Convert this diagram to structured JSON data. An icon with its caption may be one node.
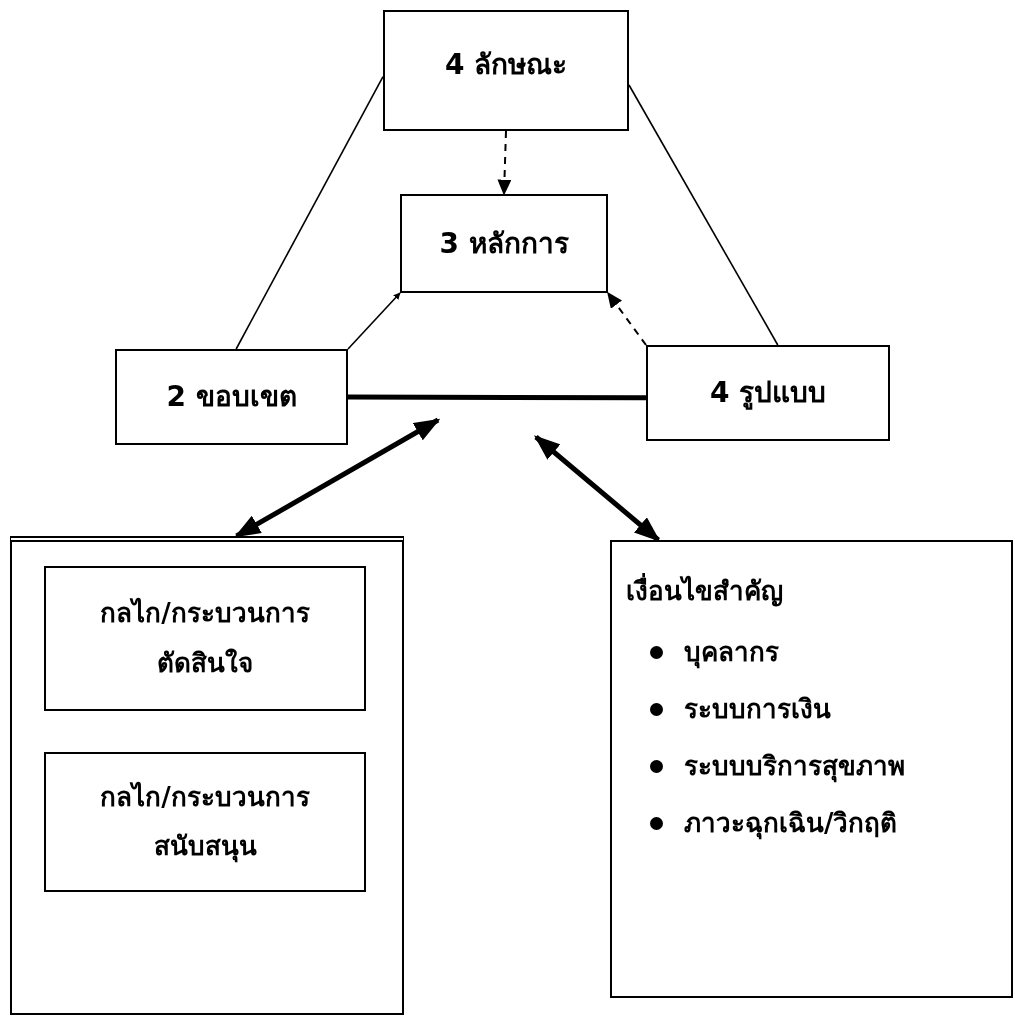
{
  "diagram": {
    "nodes": [
      {
        "text": [
          "4 ลักษณะ"
        ]
      },
      {
        "text": [
          "3 หลักการ"
        ]
      },
      {
        "text": [
          "2 ขอบเขต"
        ]
      },
      {
        "text": [
          "4 รูปแบบ"
        ]
      },
      {
        "text": [],
        "shape": "box"
      },
      {
        "text": [
          "กลไก/กระบวนการ ตัดสินใจ"
        ],
        "in": 4
      },
      {
        "text": [
          "กลไก/กระบวนการ สนับสนุน"
        ],
        "in": 4
      },
      {
        "text": [
          "เงื่อนไขสำคัญ",
          "บุคลากร",
          "ระบบการเงิน",
          "ระบบบริการสุขภาพ",
          "ภาวะฉุกเฉิน/วิกฤติ"
        ]
      }
    ],
    "edges": [
      {
        "from": 0,
        "to": 1,
        "arrow": "to",
        "style": "dashed"
      },
      {
        "from": 2,
        "to": 1,
        "arrow": "to"
      },
      {
        "from": 3,
        "to": 1,
        "arrow": "to",
        "style": "dashed"
      },
      {
        "from": 2,
        "to": 3,
        "arrow": "none",
        "style": "thick"
      },
      {
        "from": 0,
        "to": 2,
        "arrow": "none"
      },
      {
        "from": 0,
        "to": 3,
        "arrow": "none"
      },
      {
        "from": 4,
        "to": null,
        "arrow": "both",
        "style": "thick"
      },
      {
        "from": 7,
        "to": null,
        "arrow": "both",
        "style": "thick"
      }
    ]
  }
}
